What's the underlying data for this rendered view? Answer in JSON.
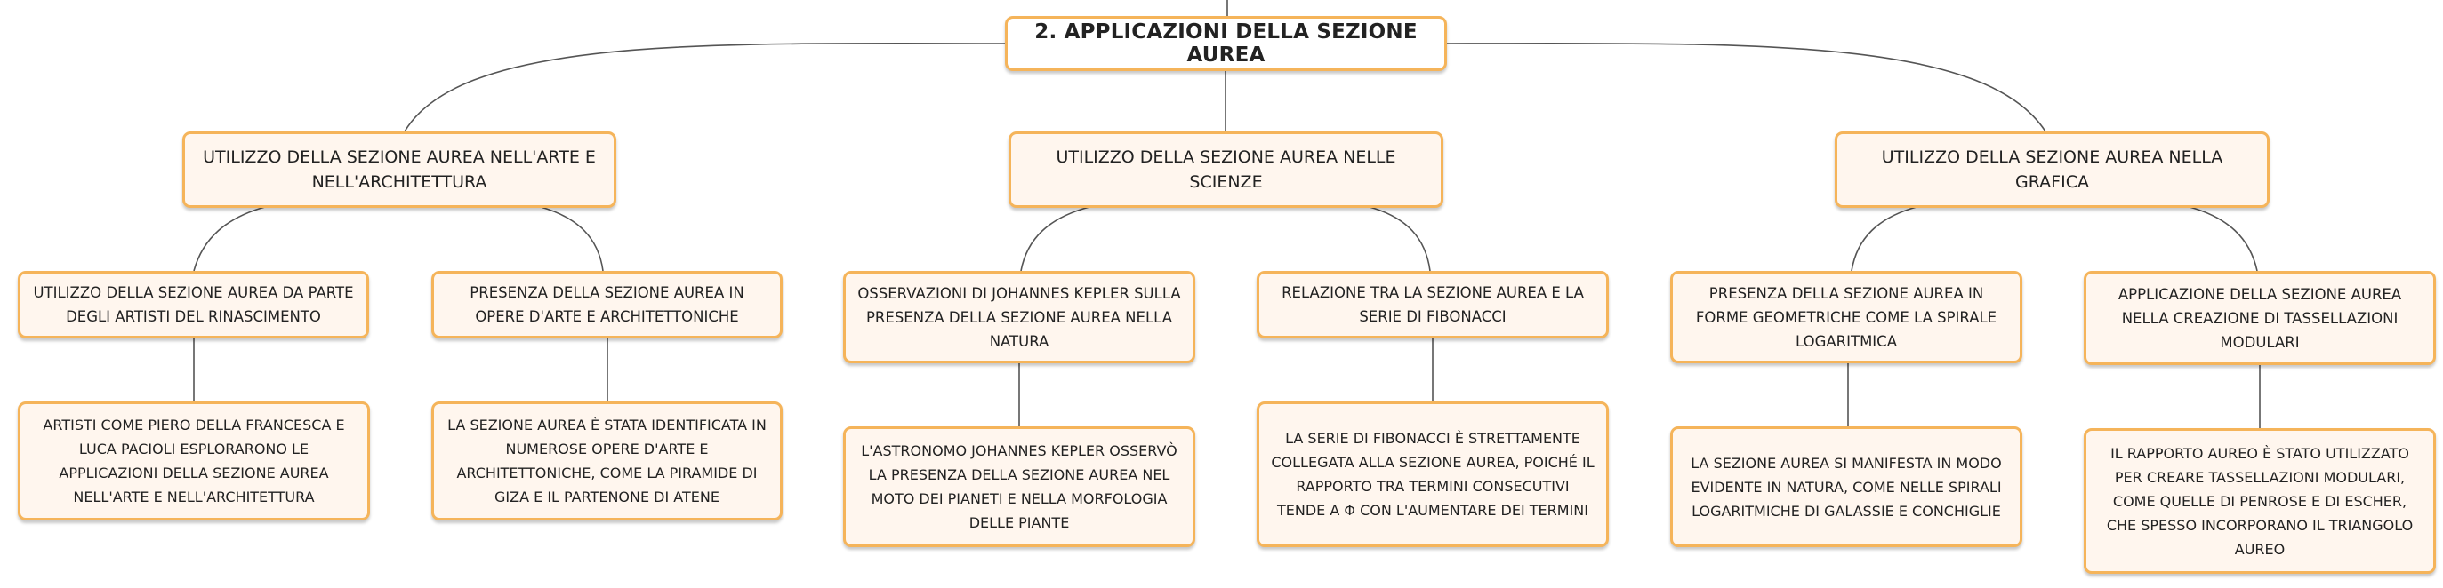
{
  "root": {
    "label": "2. APPLICAZIONI DELLA SEZIONE AUREA"
  },
  "branches": [
    {
      "label": "UTILIZZO DELLA SEZIONE AUREA NELL'ARTE E NELL'ARCHITETTURA",
      "children": [
        {
          "label": "UTILIZZO DELLA SEZIONE AUREA DA PARTE DEGLI ARTISTI DEL RINASCIMENTO",
          "detail": "ARTISTI COME PIERO DELLA FRANCESCA E LUCA PACIOLI ESPLORARONO LE APPLICAZIONI DELLA SEZIONE AUREA NELL'ARTE E NELL'ARCHITETTURA"
        },
        {
          "label": "PRESENZA DELLA SEZIONE AUREA IN OPERE D'ARTE E ARCHITETTONICHE",
          "detail": "LA SEZIONE AUREA È STATA IDENTIFICATA IN NUMEROSE OPERE D'ARTE E ARCHITETTONICHE, COME LA PIRAMIDE DI GIZA E IL PARTENONE DI ATENE"
        }
      ]
    },
    {
      "label": "UTILIZZO DELLA SEZIONE AUREA NELLE SCIENZE",
      "children": [
        {
          "label": "OSSERVAZIONI DI JOHANNES KEPLER SULLA PRESENZA DELLA SEZIONE AUREA NELLA NATURA",
          "detail": "L'ASTRONOMO JOHANNES KEPLER OSSERVÒ LA PRESENZA DELLA SEZIONE AUREA NEL MOTO DEI PIANETI E NELLA MORFOLOGIA DELLE PIANTE"
        },
        {
          "label": "RELAZIONE TRA LA SEZIONE AUREA E LA SERIE DI FIBONACCI",
          "detail": "LA SERIE DI FIBONACCI È STRETTAMENTE COLLEGATA ALLA SEZIONE AUREA, POICHÉ IL RAPPORTO TRA TERMINI CONSECUTIVI TENDE A Φ CON L'AUMENTARE DEI TERMINI"
        }
      ]
    },
    {
      "label": "UTILIZZO DELLA SEZIONE AUREA NELLA GRAFICA",
      "children": [
        {
          "label": "PRESENZA DELLA SEZIONE AUREA IN FORME GEOMETRICHE COME LA SPIRALE LOGARITMICA",
          "detail": "LA SEZIONE AUREA SI MANIFESTA IN MODO EVIDENTE IN NATURA, COME NELLE SPIRALI LOGARITMICHE DI GALASSIE E CONCHIGLIE"
        },
        {
          "label": "APPLICAZIONE DELLA SEZIONE AUREA NELLA CREAZIONE DI TASSELLAZIONI MODULARI",
          "detail": "IL RAPPORTO AUREO È STATO UTILIZZATO PER CREARE TASSELLAZIONI MODULARI, COME QUELLE DI PENROSE E DI ESCHER, CHE SPESSO INCORPORANO IL TRIANGOLO AUREO"
        }
      ]
    }
  ],
  "colors": {
    "node_border": "#f5b45a",
    "node_fill": "#fff6ee",
    "root_fill": "#ffffff",
    "connector": "#555555",
    "text": "#222222"
  }
}
